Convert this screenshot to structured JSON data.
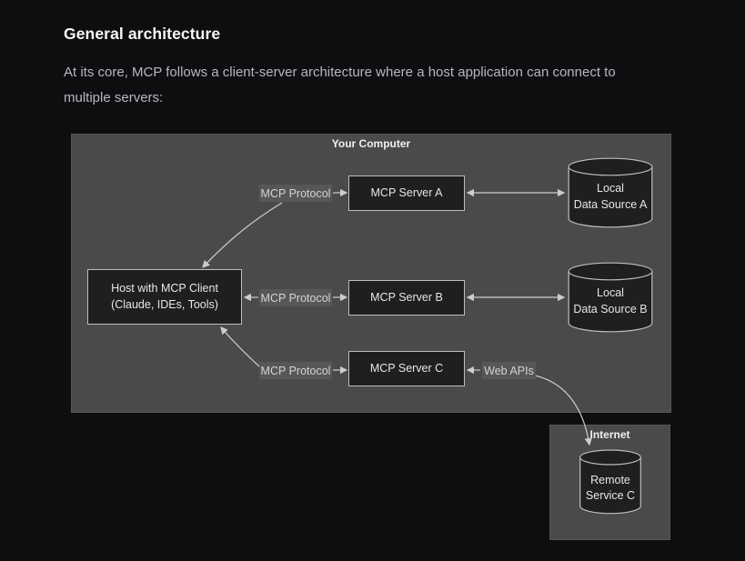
{
  "colors": {
    "page_bg": "#0e0e10",
    "heading_text": "#f7f7f8",
    "body_text": "#b4b8bd",
    "cluster_bg": "#4a4a4a",
    "node_bg": "#1f1f1f",
    "node_border": "#bdbdbd",
    "node_text": "#e6e6e6",
    "edge_line": "#cdcdcd",
    "edge_label_bg": "#575757",
    "edge_label_text": "#d4d4d4"
  },
  "content": {
    "heading": "General architecture",
    "paragraph": "At its core, MCP follows a client-server architecture where a host application can connect to multiple servers:"
  },
  "diagram": {
    "computer_cluster_label": "Your Computer",
    "internet_cluster_label": "Internet",
    "host": {
      "line1": "Host with MCP Client",
      "line2": "(Claude, IDEs, Tools)"
    },
    "rows": [
      {
        "protocol_label": "MCP Protocol",
        "server_label": "MCP Server A",
        "datasource": {
          "line1": "Local",
          "line2": "Data Source A"
        }
      },
      {
        "protocol_label": "MCP Protocol",
        "server_label": "MCP Server B",
        "datasource": {
          "line1": "Local",
          "line2": "Data Source B"
        }
      },
      {
        "protocol_label": "MCP Protocol",
        "server_label": "MCP Server C",
        "web_apis_label": "Web APIs"
      }
    ],
    "remote_service": {
      "line1": "Remote",
      "line2": "Service C"
    }
  }
}
